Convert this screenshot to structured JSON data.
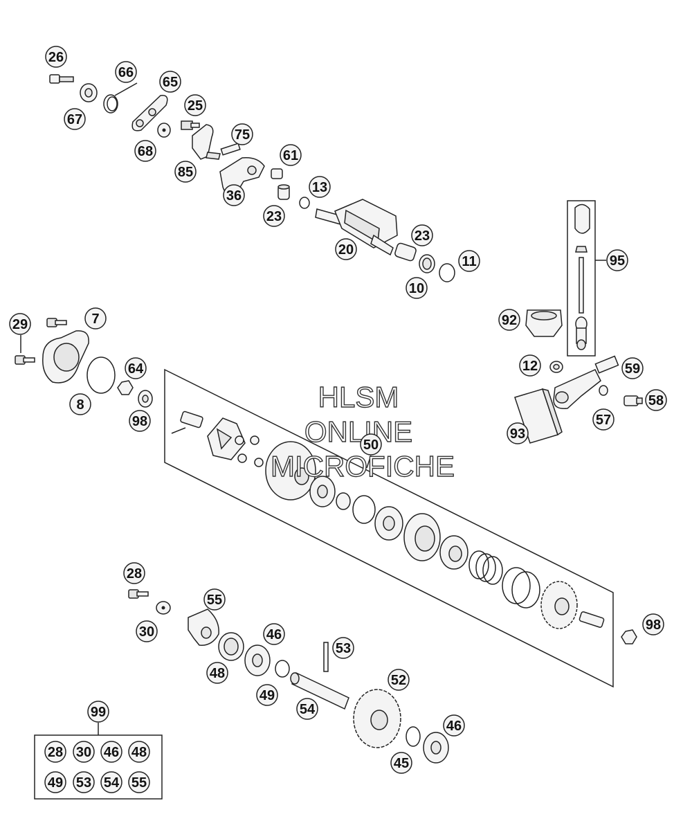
{
  "watermark": {
    "line1": "HLSM",
    "line2": "ONLINE",
    "line3": "MICROFICHE"
  },
  "callouts": {
    "c26": "26",
    "c66": "66",
    "c65": "65",
    "c67": "67",
    "c25": "25",
    "c68": "68",
    "c75": "75",
    "c85": "85",
    "c61": "61",
    "c36": "36",
    "c13": "13",
    "c23a": "23",
    "c23b": "23",
    "c20": "20",
    "c11": "11",
    "c10": "10",
    "c95": "95",
    "c92": "92",
    "c29": "29",
    "c7": "7",
    "c64": "64",
    "c8": "8",
    "c98a": "98",
    "c50": "50",
    "c12": "12",
    "c59": "59",
    "c58": "58",
    "c57": "57",
    "c93": "93",
    "c28": "28",
    "c55": "55",
    "c30": "30",
    "c46a": "46",
    "c53": "53",
    "c48": "48",
    "c49": "49",
    "c52": "52",
    "c54": "54",
    "c98b": "98",
    "c46b": "46",
    "c45": "45",
    "c99": "99"
  },
  "kit_99": {
    "label": "99",
    "items": [
      "28",
      "30",
      "46",
      "48",
      "49",
      "53",
      "54",
      "55"
    ]
  }
}
